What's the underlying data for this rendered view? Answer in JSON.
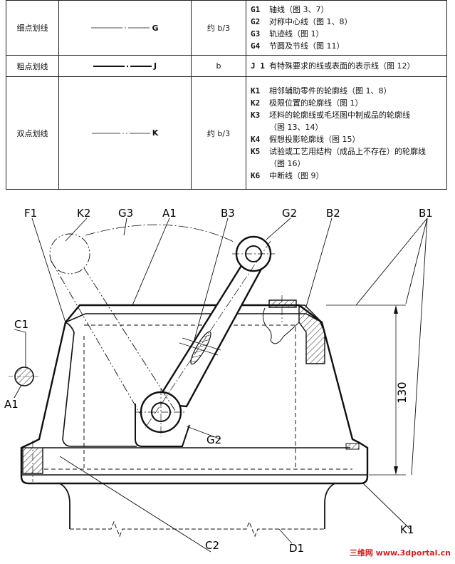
{
  "table": {
    "rows": [
      {
        "name": "细点划线",
        "letter": "G",
        "width": "约 b/3",
        "usage": [
          {
            "code": "G1",
            "text": "轴线（图 3、7）"
          },
          {
            "code": "G2",
            "text": "对称中心线（图 1、8）"
          },
          {
            "code": "G3",
            "text": "轨迹线（图 1）"
          },
          {
            "code": "G4",
            "text": "节圆及节线（图 11）"
          }
        ]
      },
      {
        "name": "粗点划线",
        "letter": "J",
        "width": "b",
        "usage": [
          {
            "code": "J 1",
            "text": "有特殊要求的线或表面的表示线（图 12）"
          }
        ]
      },
      {
        "name": "双点划线",
        "letter": "K",
        "width": "约 b/3",
        "usage": [
          {
            "code": "K1",
            "text": "相邻辅助零件的轮廓线（图 1、8）"
          },
          {
            "code": "K2",
            "text": "极限位置的轮廓线（图 1）"
          },
          {
            "code": "K3",
            "text": "坯料的轮廓线或毛坯图中制成品的轮廓线"
          },
          {
            "code": "",
            "text": "（图 13、14）"
          },
          {
            "code": "K4",
            "text": "假想投影轮廓线（图 15）"
          },
          {
            "code": "K5",
            "text": "试验或工艺用结构（成品上不存在）的轮廓线"
          },
          {
            "code": "",
            "text": "（图 16）"
          },
          {
            "code": "K6",
            "text": "中断线（图 9）"
          }
        ]
      }
    ]
  },
  "drawing": {
    "labels": {
      "F1": "F1",
      "K2": "K2",
      "G3": "G3",
      "A1_top": "A1",
      "B3": "B3",
      "G2_top": "G2",
      "B2": "B2",
      "B1": "B1",
      "C1": "C1",
      "A1_left": "A1",
      "G2_mid": "G2",
      "C2": "C2",
      "K1": "K1",
      "D1": "D1"
    },
    "dimension": "130"
  },
  "watermark": "三维网 www.3dportal.cn"
}
